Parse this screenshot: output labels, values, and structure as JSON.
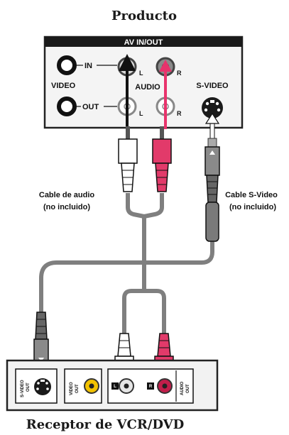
{
  "top_title": "Producto",
  "bottom_title": "Receptor de VCR/DVD",
  "panel": {
    "header": "AV IN/OUT",
    "in_label": "IN",
    "out_label": "OUT",
    "video_label": "VIDEO",
    "audio_label": "AUDIO",
    "svideo_label": "S-VIDEO",
    "l_label": "L",
    "r_label": "R"
  },
  "cables": {
    "audio_line1": "Cable de audio",
    "audio_line2": "(no incluido)",
    "svideo_line1": "Cable S-Video",
    "svideo_line2": "(no incluido)"
  },
  "receiver": {
    "svideo_out_1": "S-VIDEO",
    "svideo_out_2": "OUT",
    "video_out_1": "VIDEO",
    "video_out_2": "OUT",
    "audio_out_1": "AUDIO",
    "audio_out_2": "OUT",
    "l_label": "L",
    "r_label": "R"
  },
  "colors": {
    "audio_left": "#111111",
    "audio_right": "#e8336c",
    "video_jack": "#f2c200",
    "cable": "#8c8c8c"
  }
}
